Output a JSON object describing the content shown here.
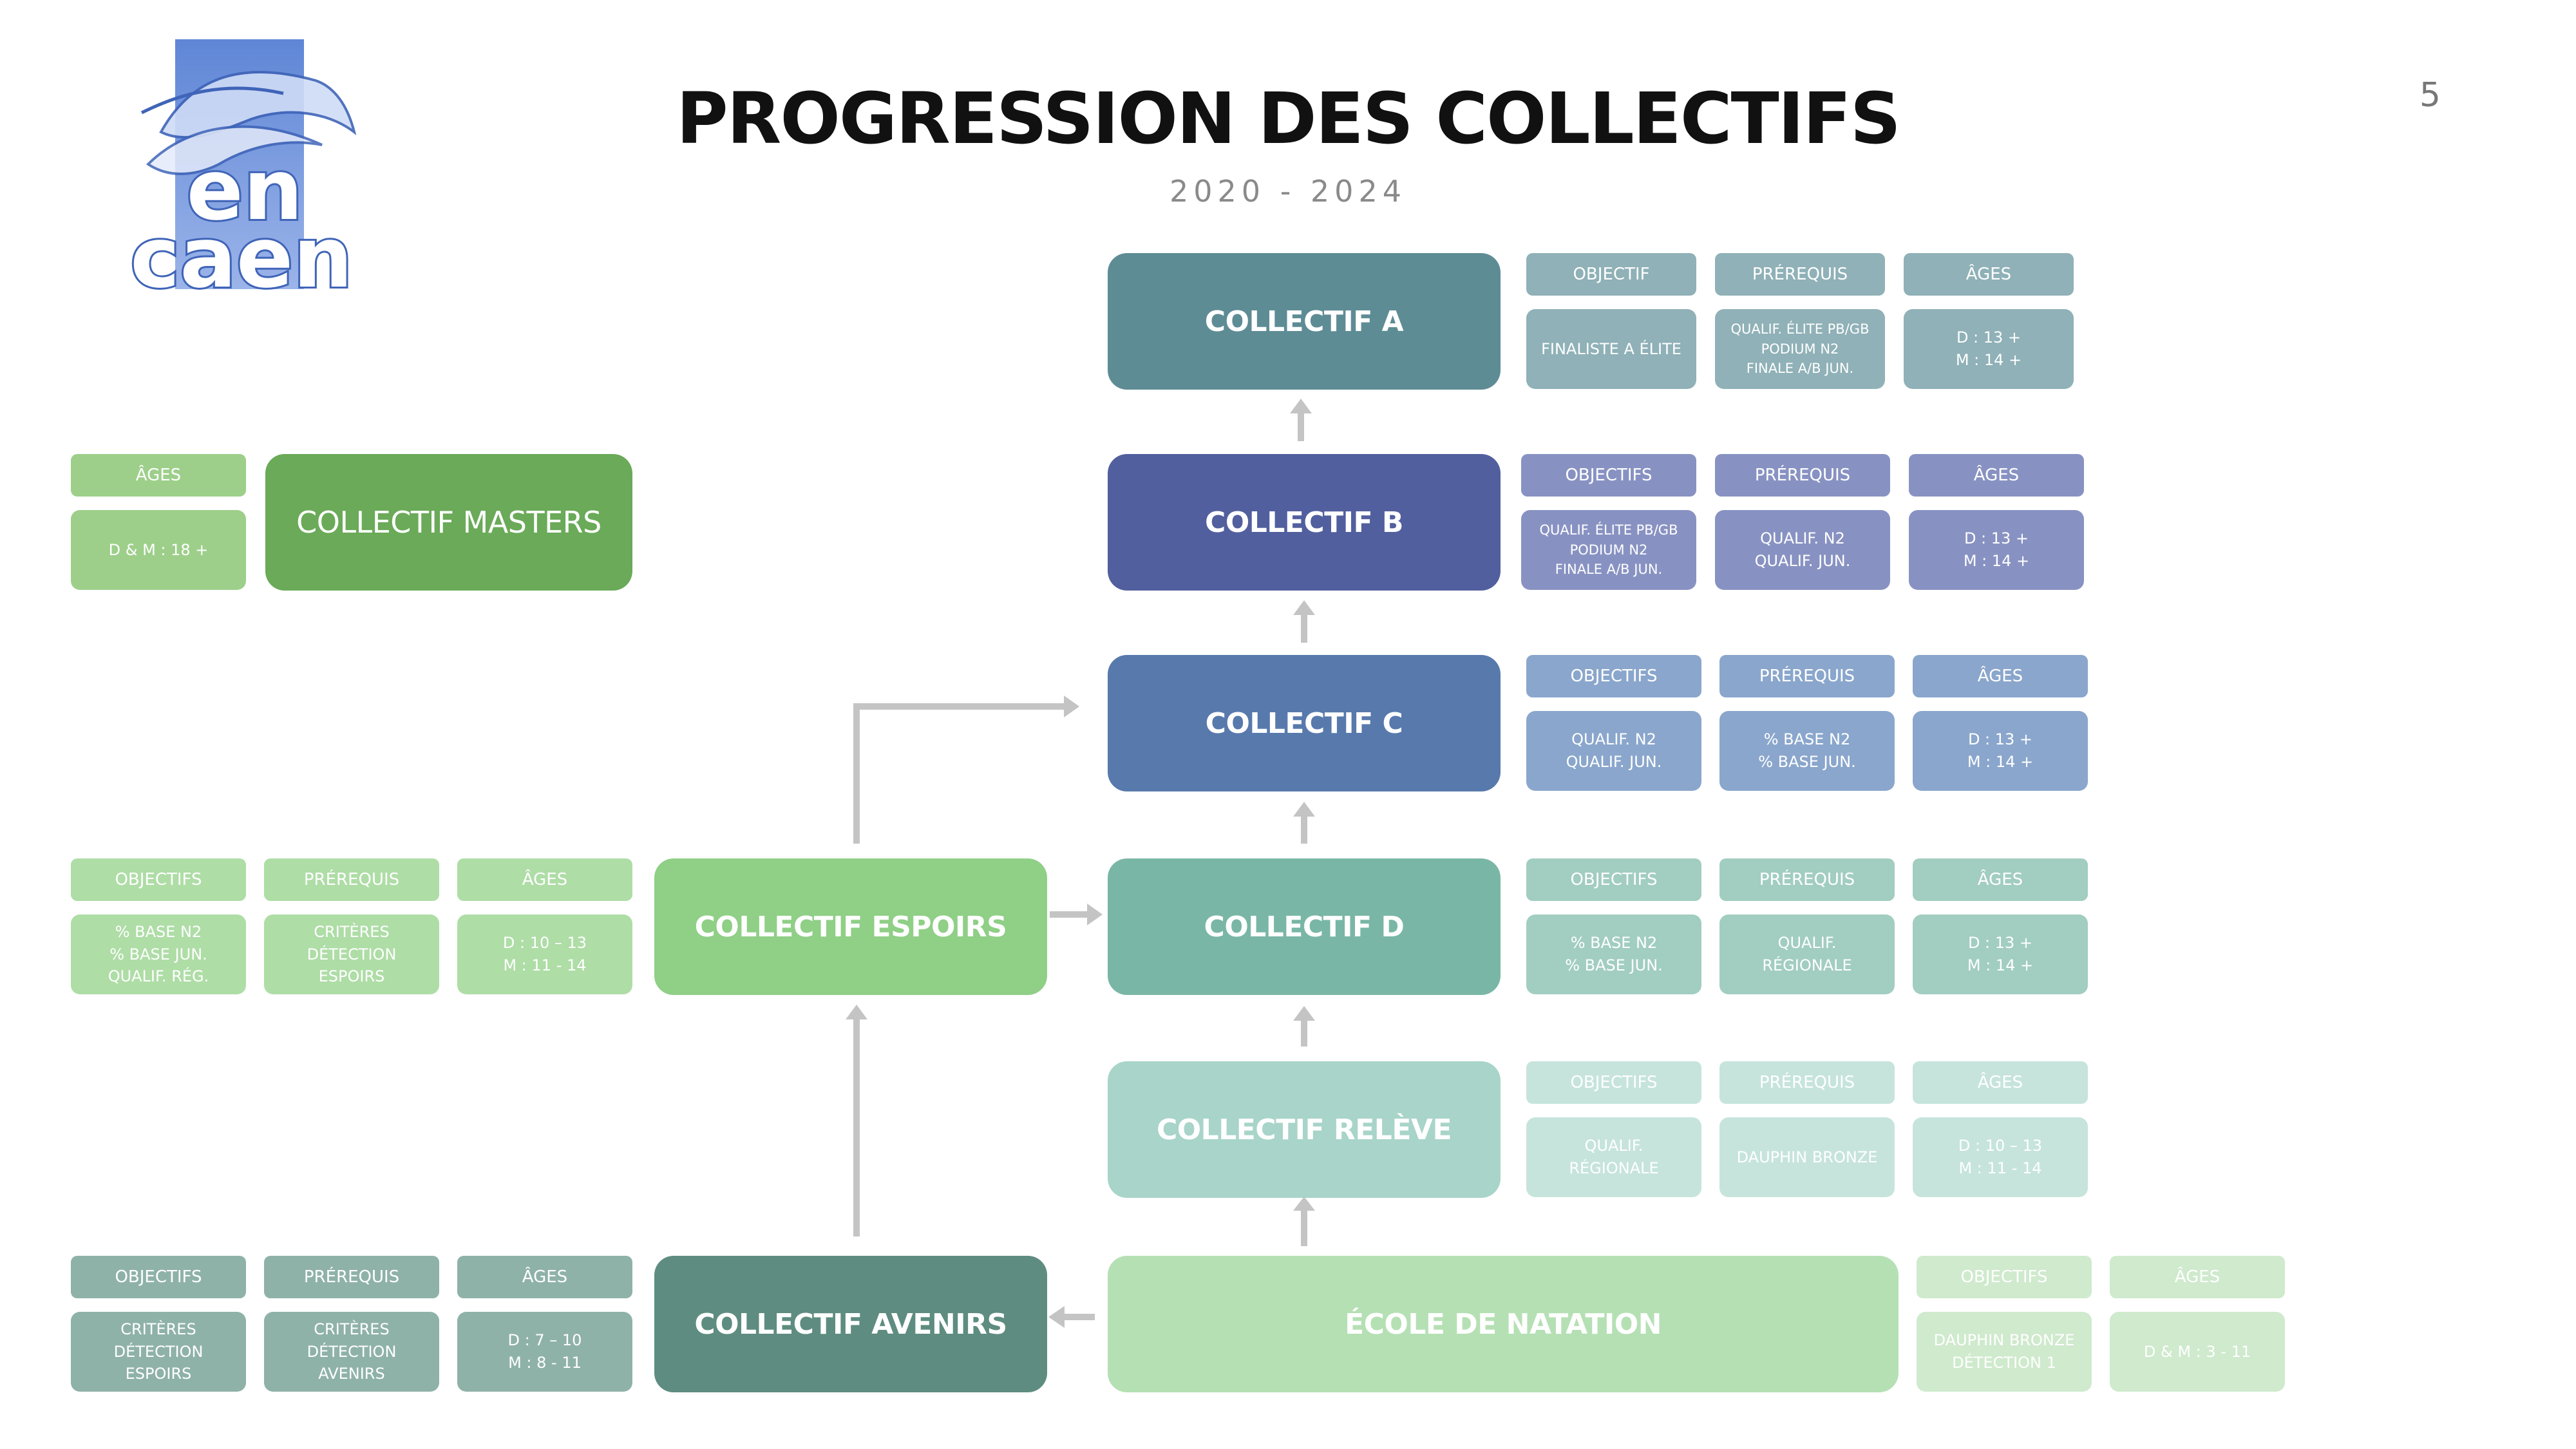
{
  "header": {
    "title": "PROGRESSION DES COLLECTIFS",
    "subtitle": "2020 - 2024",
    "page_number": "5"
  },
  "logo": {
    "line1": "en",
    "line2": "caen"
  },
  "colors": {
    "collectif_a": "#5e8c95",
    "collectif_b": "#525f9e",
    "collectif_c": "#5879ac",
    "collectif_d": "#79b6a6",
    "collectif_releve": "#a8d4c9",
    "ecole": "#b5e0b4",
    "espoirs": "#8fcf86",
    "masters": "#6aaa58",
    "avenirs": "#5e8c80"
  },
  "collectifs": {
    "a": {
      "name": "COLLECTIF A",
      "cells": [
        {
          "header": "OBJECTIF",
          "value": "FINALISTE A ÉLITE"
        },
        {
          "header": "PRÉREQUIS",
          "value": "QUALIF. ÉLITE PB/GB\nPODIUM N2\nFINALE A/B JUN."
        },
        {
          "header": "ÂGES",
          "value": "D : 13 +\nM : 14 +"
        }
      ]
    },
    "b": {
      "name": "COLLECTIF B",
      "cells": [
        {
          "header": "OBJECTIFS",
          "value": "QUALIF. ÉLITE PB/GB\nPODIUM N2\nFINALE A/B JUN."
        },
        {
          "header": "PRÉREQUIS",
          "value": "QUALIF. N2\nQUALIF. JUN."
        },
        {
          "header": "ÂGES",
          "value": "D : 13 +\nM : 14 +"
        }
      ]
    },
    "c": {
      "name": "COLLECTIF C",
      "cells": [
        {
          "header": "OBJECTIFS",
          "value": "QUALIF. N2\nQUALIF. JUN."
        },
        {
          "header": "PRÉREQUIS",
          "value": "% BASE N2\n% BASE JUN."
        },
        {
          "header": "ÂGES",
          "value": "D : 13 +\nM : 14 +"
        }
      ]
    },
    "d": {
      "name": "COLLECTIF D",
      "cells": [
        {
          "header": "OBJECTIFS",
          "value": "% BASE N2\n% BASE JUN."
        },
        {
          "header": "PRÉREQUIS",
          "value": "QUALIF.\nRÉGIONALE"
        },
        {
          "header": "ÂGES",
          "value": "D : 13 +\nM : 14 +"
        }
      ]
    },
    "releve": {
      "name": "COLLECTIF RELÈVE",
      "cells": [
        {
          "header": "OBJECTIFS",
          "value": "QUALIF.\nRÉGIONALE"
        },
        {
          "header": "PRÉREQUIS",
          "value": "DAUPHIN BRONZE"
        },
        {
          "header": "ÂGES",
          "value": "D : 10 – 13\nM : 11 - 14"
        }
      ]
    },
    "ecole": {
      "name": "ÉCOLE DE NATATION",
      "cells": [
        {
          "header": "OBJECTIFS",
          "value": "DAUPHIN BRONZE\nDÉTECTION 1"
        },
        {
          "header": "ÂGES",
          "value": "D & M : 3 - 11"
        }
      ]
    },
    "masters": {
      "name": "COLLECTIF MASTERS",
      "cells": [
        {
          "header": "ÂGES",
          "value": "D & M : 18 +"
        }
      ]
    },
    "espoirs": {
      "name": "COLLECTIF ESPOIRS",
      "cells": [
        {
          "header": "OBJECTIFS",
          "value": "% BASE N2\n% BASE JUN.\nQUALIF. RÉG."
        },
        {
          "header": "PRÉREQUIS",
          "value": "CRITÈRES\nDÉTECTION\nESPOIRS"
        },
        {
          "header": "ÂGES",
          "value": "D : 10 – 13\nM : 11 - 14"
        }
      ]
    },
    "avenirs": {
      "name": "COLLECTIF AVENIRS",
      "cells": [
        {
          "header": "OBJECTIFS",
          "value": "CRITÈRES\nDÉTECTION\nESPOIRS"
        },
        {
          "header": "PRÉREQUIS",
          "value": "CRITÈRES\nDÉTECTION\nAVENIRS"
        },
        {
          "header": "ÂGES",
          "value": "D : 7 – 10\nM : 8 - 11"
        }
      ]
    }
  }
}
